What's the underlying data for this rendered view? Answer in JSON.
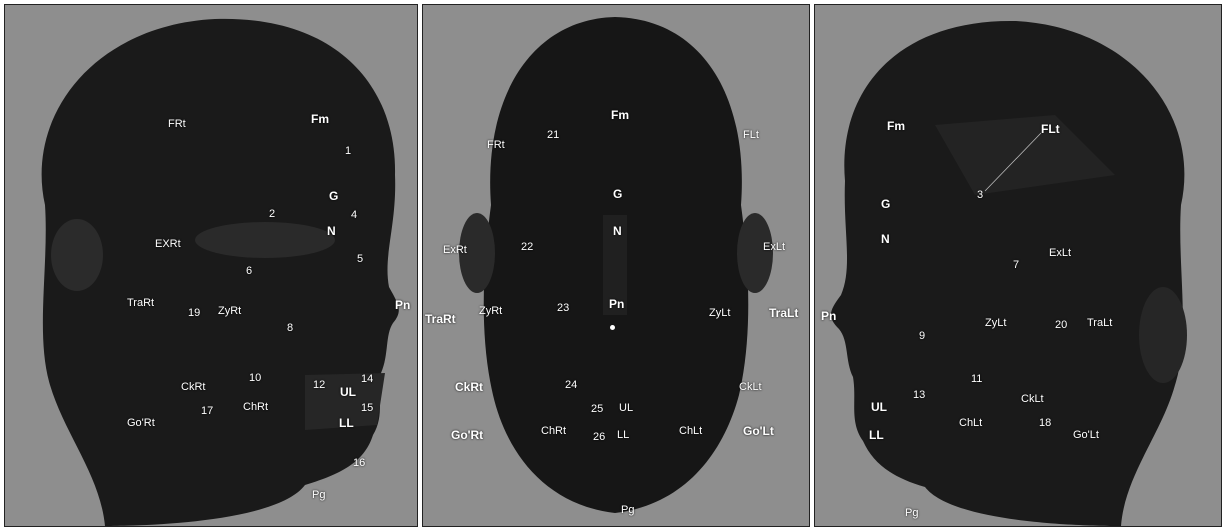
{
  "panels": [
    {
      "id": "right-profile",
      "labels": [
        "FRt",
        "Fm",
        "G",
        "N",
        "EXRt",
        "TraRt",
        "ZyRt",
        "Pn",
        "CkRt",
        "ChRt",
        "Go'Rt",
        "UL",
        "LL",
        "Pg"
      ],
      "numbers": [
        "1",
        "2",
        "4",
        "5",
        "6",
        "19",
        "8",
        "10",
        "12",
        "14",
        "17",
        "15",
        "16"
      ]
    },
    {
      "id": "frontal",
      "labels": [
        "Fm",
        "FRt",
        "FLt",
        "G",
        "N",
        "ExRt",
        "ExLt",
        "ZyRt",
        "ZyLt",
        "TraRt",
        "TraLt",
        "Pn",
        "CkRt",
        "CkLt",
        "Go'Rt",
        "Go'Lt",
        "ChRt",
        "ChLt",
        "UL",
        "LL",
        "Pg"
      ],
      "numbers": [
        "21",
        "22",
        "23",
        "24",
        "25",
        "26"
      ]
    },
    {
      "id": "left-profile",
      "labels": [
        "Fm",
        "FLt",
        "G",
        "N",
        "ExLt",
        "Pn",
        "ZyLt",
        "TraLt",
        "UL",
        "LL",
        "CkLt",
        "ChLt",
        "Go'Lt",
        "Pg"
      ],
      "numbers": [
        "3",
        "7",
        "20",
        "9",
        "11",
        "13",
        "18"
      ]
    }
  ]
}
